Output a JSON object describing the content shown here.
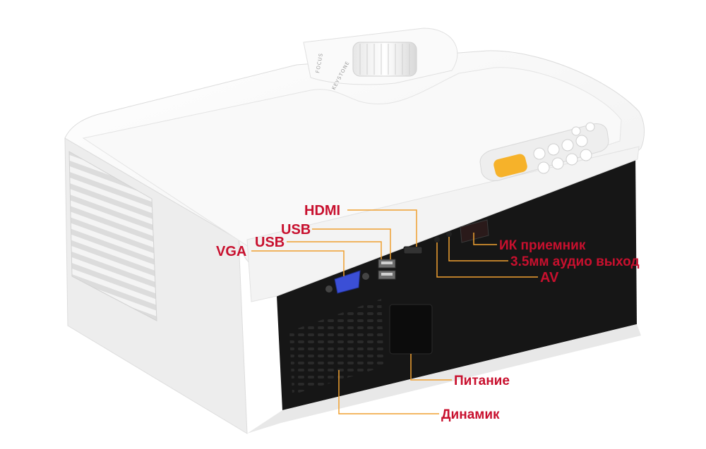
{
  "colors": {
    "label": "#c8102e",
    "leader": "#f0a030",
    "body_white": "#f7f7f7",
    "panel_black": "#161616",
    "accent_button": "#f6b22a",
    "vga_port": "#3b4fd6"
  },
  "device": {
    "focus_text": "FOCUS",
    "keystone_text": "KEYSTONE"
  },
  "callouts": {
    "hdmi": "HDMI",
    "usb_1": "USB",
    "usb_2": "USB",
    "vga": "VGA",
    "ir_receiver": "ИК приемник",
    "audio_out": "3.5мм аудио выход",
    "av": "AV",
    "power": "Питание",
    "speaker": "Динамик"
  }
}
